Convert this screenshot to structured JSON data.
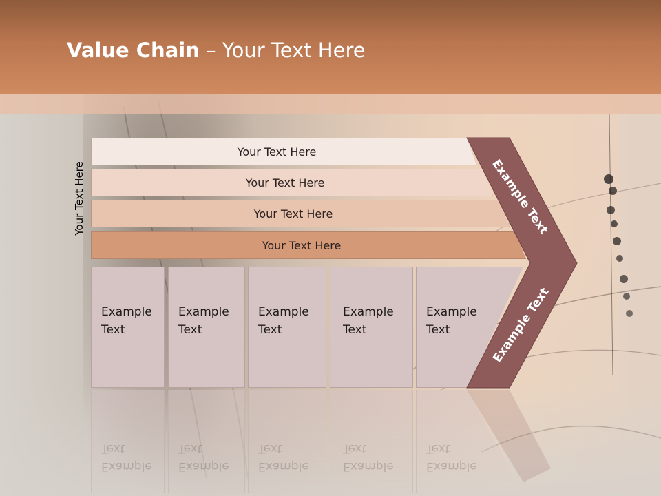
{
  "title": {
    "bold": "Value Chain",
    "rest": " – Your Text Here"
  },
  "side_label": "Your Text Here",
  "bars": [
    {
      "label": "Your Text Here"
    },
    {
      "label": "Your Text Here"
    },
    {
      "label": "Your Text Here"
    },
    {
      "label": "Your Text Here"
    }
  ],
  "boxes": [
    {
      "line1": "Example",
      "line2": "Text"
    },
    {
      "line1": "Example",
      "line2": "Text"
    },
    {
      "line1": "Example",
      "line2": "Text"
    },
    {
      "line1": "Example",
      "line2": "Text"
    },
    {
      "line1": "Example",
      "line2": "Text"
    }
  ],
  "chevron": {
    "upper": "Example Text",
    "lower": "Example Text"
  },
  "colors": {
    "header": "#c07a50",
    "chevron": "#8e5a5a",
    "box": "#d6c3c3",
    "bar4": "#d49a78"
  }
}
